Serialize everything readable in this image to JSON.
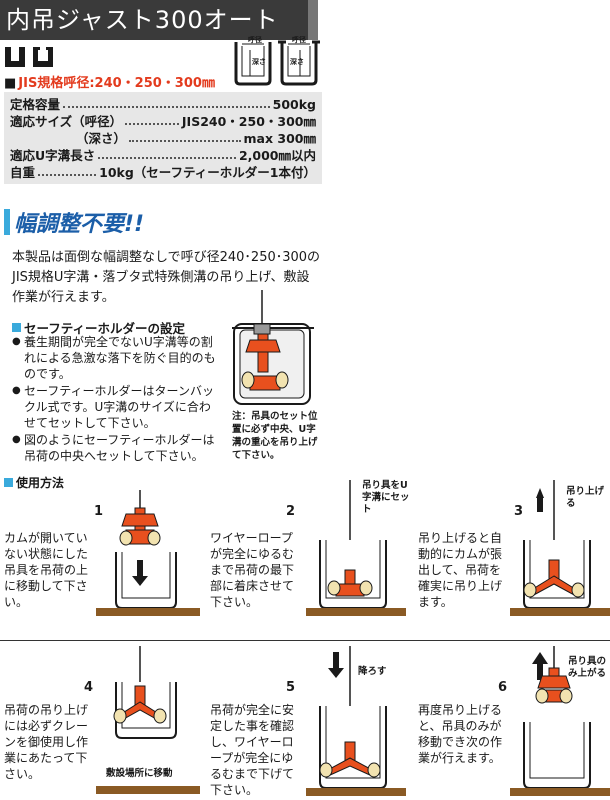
{
  "title": "内吊ジャスト300オート",
  "jis": {
    "square": "■",
    "text": "JIS規格呼径:240・250・300㎜"
  },
  "diagram_labels": {
    "nominal": "呼径",
    "depth": "深さ"
  },
  "specs": [
    {
      "label": "定格容量",
      "value": "500kg"
    },
    {
      "label": "適応サイズ（呼径）",
      "value": "JIS240・250・300㎜"
    },
    {
      "label": "（深さ）",
      "value": "max 300㎜"
    },
    {
      "label": "適応U字溝長さ",
      "value": "2,000㎜以内"
    },
    {
      "label": "自重",
      "value": "10kg（セーフティーホルダー1本付）"
    }
  ],
  "section_title": "幅調整不要!!",
  "intro": "本製品は面倒な幅調整なしで呼び径240･250･300のJIS規格U字溝・落ブタ式特殊側溝の吊り上げ、敷設作業が行えます。",
  "safety": {
    "heading": "セーフティーホルダーの設定",
    "bullets": [
      "養生期間が完全でないU字溝等の割れによる急激な落下を防ぐ目的のものです。",
      "セーフティーホルダーはターンバックル式です。U字溝のサイズに合わせてセットして下さい。",
      "図のようにセーフティーホルダーは吊荷の中央へセットして下さい。"
    ],
    "note": "注：吊具のセット位置に必ず中央、U字溝の重心を吊り上げて下さい。"
  },
  "usage": {
    "heading": "使用方法",
    "steps": [
      {
        "num": "1",
        "text": "カムが開いていない状態にした吊具を吊荷の上に移動して下さい。",
        "label": ""
      },
      {
        "num": "2",
        "text": "ワイヤーロープが完全にゆるむまで吊荷の最下部に着床させて下さい。",
        "label": "吊り具をU字溝にセット"
      },
      {
        "num": "3",
        "text": "吊り上げると自動的にカムが張出して、吊荷を確実に吊り上げます。",
        "label": "吊り上げる"
      },
      {
        "num": "4",
        "text": "吊荷の吊り上げには必ずクレーンを御使用し作業にあたって下さい。",
        "label": "敷設場所に移動"
      },
      {
        "num": "5",
        "text": "吊荷が完全に安定した事を確認し、ワイヤーロープが完全にゆるむまで下げて下さい。",
        "label": "降ろす"
      },
      {
        "num": "6",
        "text": "再度吊り上げると、吊具のみが移動でき次の作業が行えます。",
        "label": "吊り具のみ上がる"
      }
    ]
  },
  "colors": {
    "accent": "#e8501e",
    "clamp": "#f2e3b0",
    "ground": "#8a5a24",
    "heading_blue": "#1b5ea8",
    "bar_blue": "#3aaadc"
  }
}
